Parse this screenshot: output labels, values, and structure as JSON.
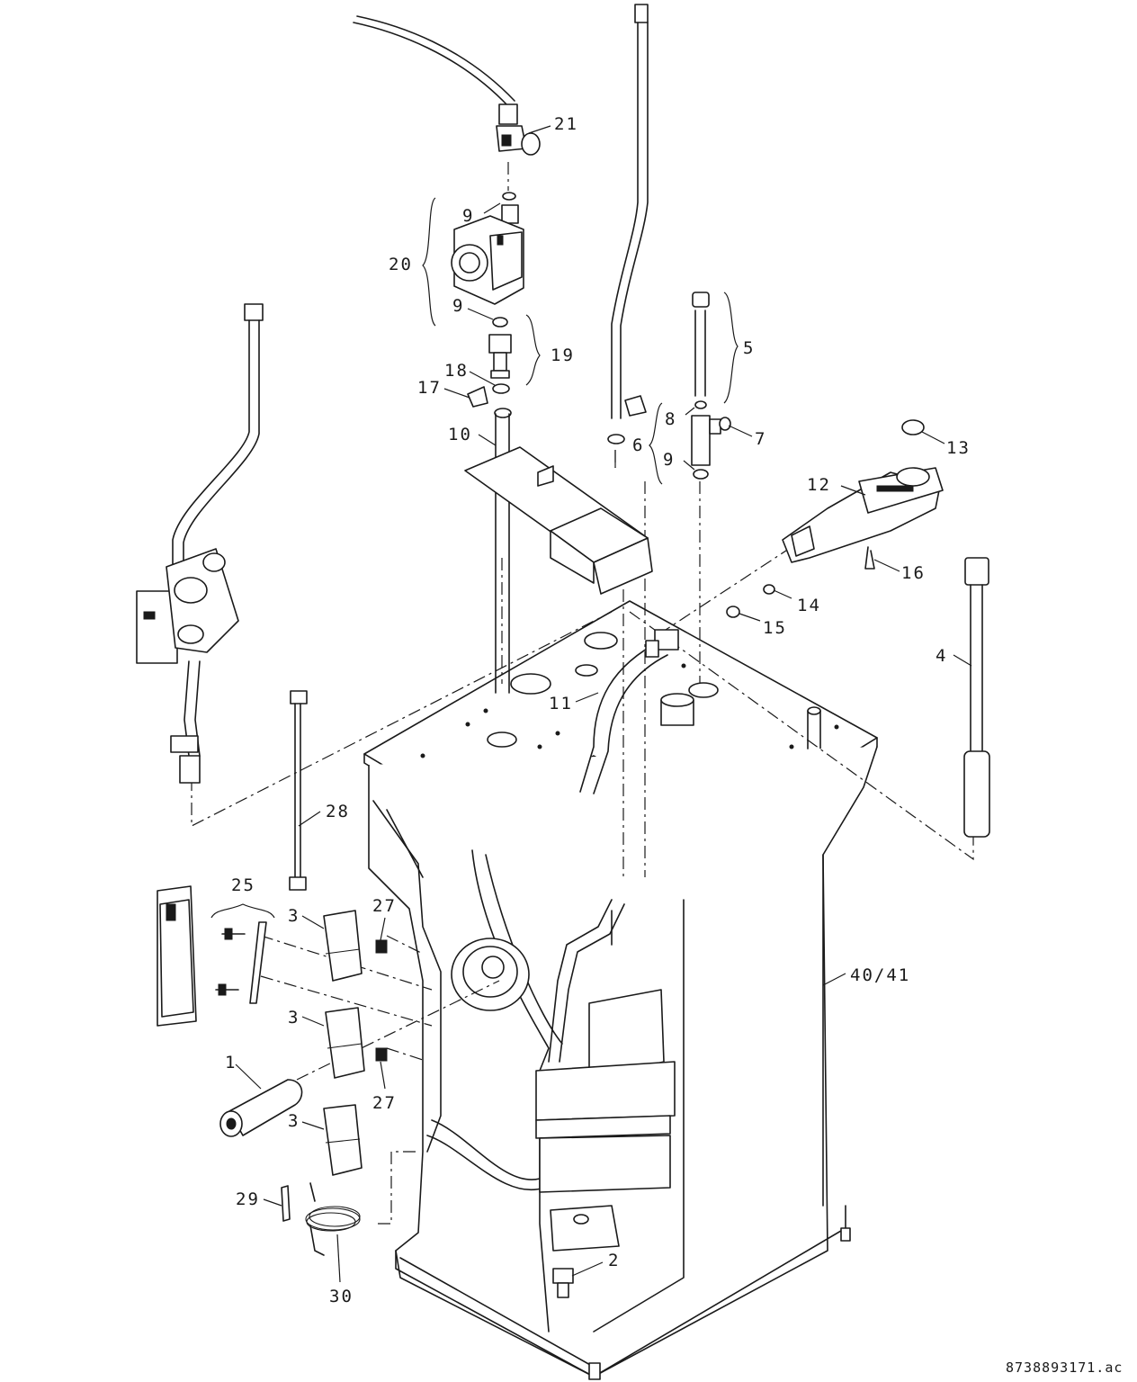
{
  "callouts": {
    "c1": "1",
    "c2": "2",
    "c3a": "3",
    "c3b": "3",
    "c3c": "3",
    "c4": "4",
    "c5": "5",
    "c6": "6",
    "c7": "7",
    "c8": "8",
    "c9a": "9",
    "c9b": "9",
    "c9c": "9",
    "c10": "10",
    "c11": "11",
    "c12": "12",
    "c13": "13",
    "c14": "14",
    "c15": "15",
    "c16": "16",
    "c17": "17",
    "c18": "18",
    "c19": "19",
    "c20": "20",
    "c21": "21",
    "c25": "25",
    "c27a": "27",
    "c27b": "27",
    "c28": "28",
    "c29": "29",
    "c30": "30",
    "c40_41": "40/41"
  },
  "document_number": "8738893171.ac",
  "colors": {
    "line": "#1a1a1a",
    "background": "#ffffff",
    "shade": "#d9d9d9"
  }
}
